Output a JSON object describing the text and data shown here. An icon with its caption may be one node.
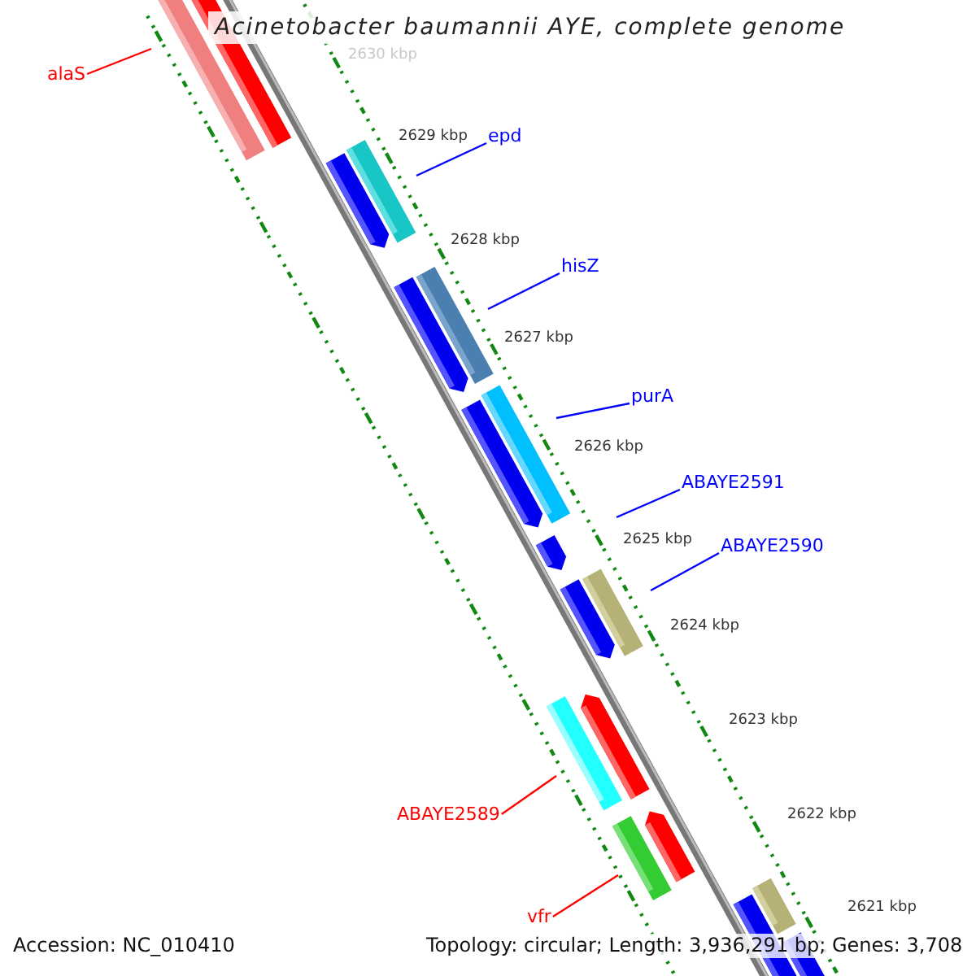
{
  "diagram": {
    "title": "Acinetobacter baumannii AYE, complete genome",
    "nodes": [
      {
        "text": [
          "alaS"
        ]
      },
      {
        "text": [
          "epd"
        ]
      },
      {
        "text": [
          "hisZ"
        ]
      },
      {
        "text": [
          "purA"
        ]
      },
      {
        "text": [
          "ABAYE2591"
        ]
      },
      {
        "text": [
          "ABAYE2590"
        ]
      },
      {
        "text": [
          "ABAYE2589"
        ]
      },
      {
        "text": [
          "vfr"
        ]
      }
    ],
    "edges": [
      {
        "from": 0,
        "to": null,
        "arrow": "none",
        "color": "#ff0000"
      },
      {
        "from": 1,
        "to": null,
        "arrow": "none"
      },
      {
        "from": 2,
        "to": null,
        "arrow": "none"
      },
      {
        "from": 3,
        "to": null,
        "arrow": "none"
      },
      {
        "from": 4,
        "to": null,
        "arrow": "none"
      },
      {
        "from": 5,
        "to": null,
        "arrow": "none"
      },
      {
        "from": 6,
        "to": null,
        "arrow": "none",
        "color": "#ff0000"
      },
      {
        "from": 7,
        "to": null,
        "arrow": "none",
        "color": "#ff0000"
      }
    ],
    "labels": [
      "2630 kbp",
      "2629 kbp",
      "2628 kbp",
      "2627 kbp",
      "2626 kbp",
      "2625 kbp",
      "2624 kbp",
      "2623 kbp",
      "2622 kbp",
      "2621 kbp",
      "Accession: NC_010410",
      "Topology: circular; Length: 3,936,291 bp; Genes: 3,708"
    ]
  }
}
